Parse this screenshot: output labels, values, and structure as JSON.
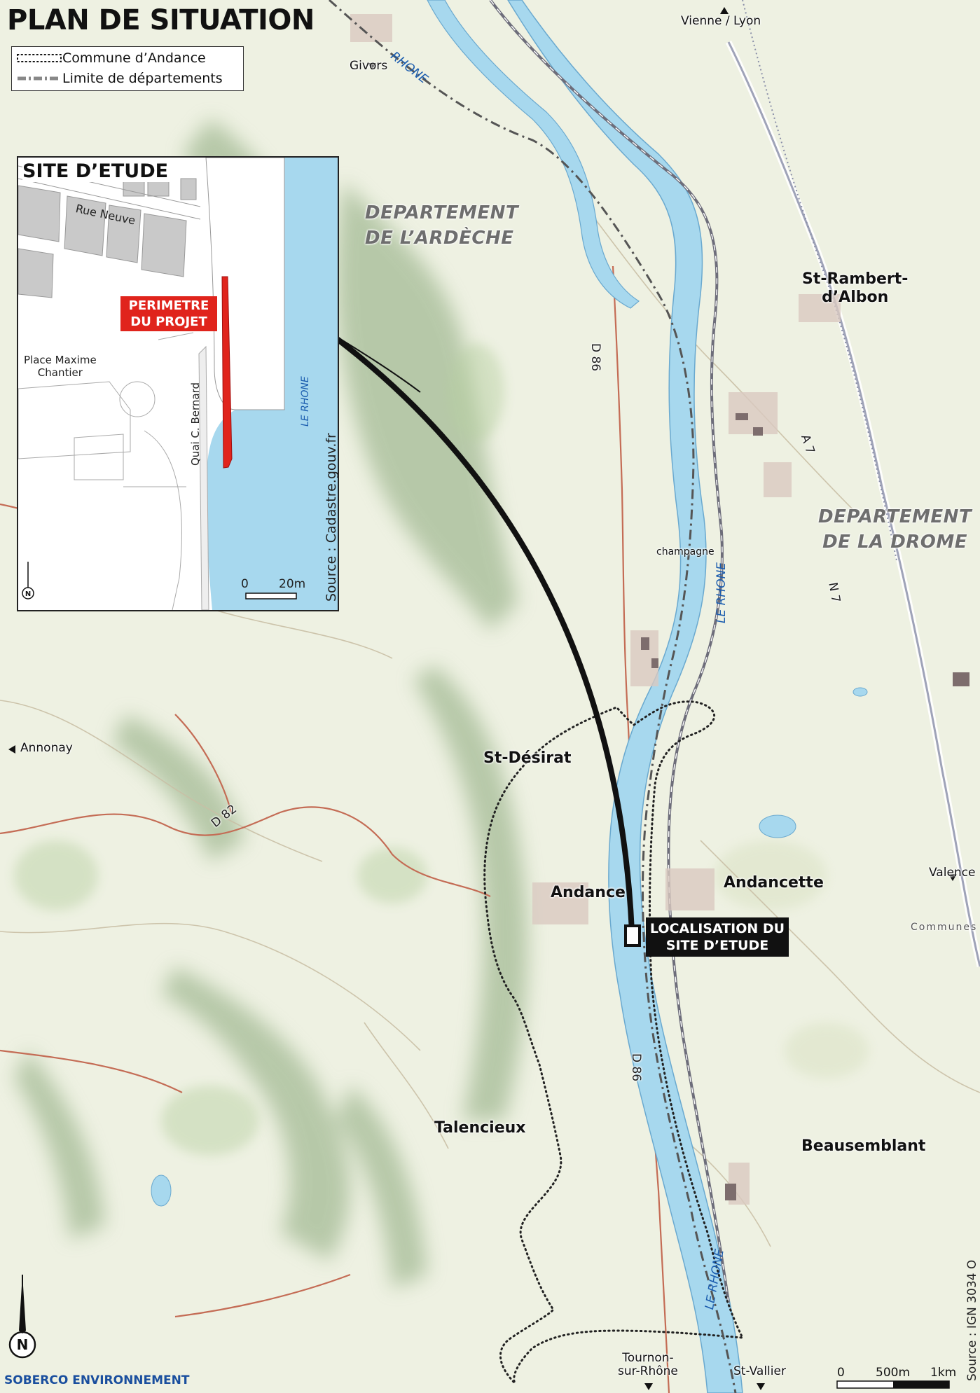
{
  "title": "PLAN DE SITUATION",
  "legend": {
    "items": [
      {
        "label": "Commune d’Andance",
        "style": "dotted"
      },
      {
        "label": "Limite de départements",
        "style": "dash-dot"
      }
    ]
  },
  "inset": {
    "title": "SITE D’ETUDE",
    "perimeter_label": [
      "PERIMETRE",
      "DU PROJET"
    ],
    "street": "Rue Neuve",
    "place": [
      "Place Maxime",
      "Chantier"
    ],
    "quai": "Quai C. Bernard",
    "river": "LE RHONE",
    "source": "Source : Cadastre.gouv.fr",
    "scale": [
      "0",
      "20m"
    ]
  },
  "departments": [
    {
      "lines": [
        "DEPARTEMENT",
        "DE L’ARDÈCHE"
      ]
    },
    {
      "lines": [
        "DEPARTEMENT",
        "DE LA DROME"
      ]
    }
  ],
  "places": {
    "st_rambert": [
      "St-Rambert-",
      "d’Albon"
    ],
    "st_desirat": "St-Désirat",
    "andance": "Andance",
    "andancette": "Andancette",
    "talencieux": "Talencieux",
    "beausemblant": "Beausemblant",
    "champagne": "champagne",
    "communes": "Communes"
  },
  "directions": {
    "vienne_lyon": "Vienne / Lyon",
    "givors": "Givors",
    "annonay": "Annonay",
    "valence": "Valence",
    "tournon": [
      "Tournon-",
      "sur-Rhône"
    ],
    "st_vallier": "St-Vallier"
  },
  "roads": {
    "d86_north": "D 86",
    "d86_south": "D 86",
    "d82": "D 82",
    "a7": "A 7",
    "n7": "N 7"
  },
  "rivers": {
    "north": "RHONE",
    "main": "LE RHONE",
    "south": "LE RHONE"
  },
  "callout": [
    "LOCALISATION DU",
    "SITE D’ETUDE"
  ],
  "scale": [
    "0",
    "500m",
    "1km"
  ],
  "footer": "SOBERCO ENVIRONNEMENT",
  "source": "Source : IGN 3034 O",
  "colors": {
    "river": "#a7d8ee",
    "perimeter": "#e0241c",
    "relief": "#8fae7e",
    "brand": "#1a4f9e"
  }
}
